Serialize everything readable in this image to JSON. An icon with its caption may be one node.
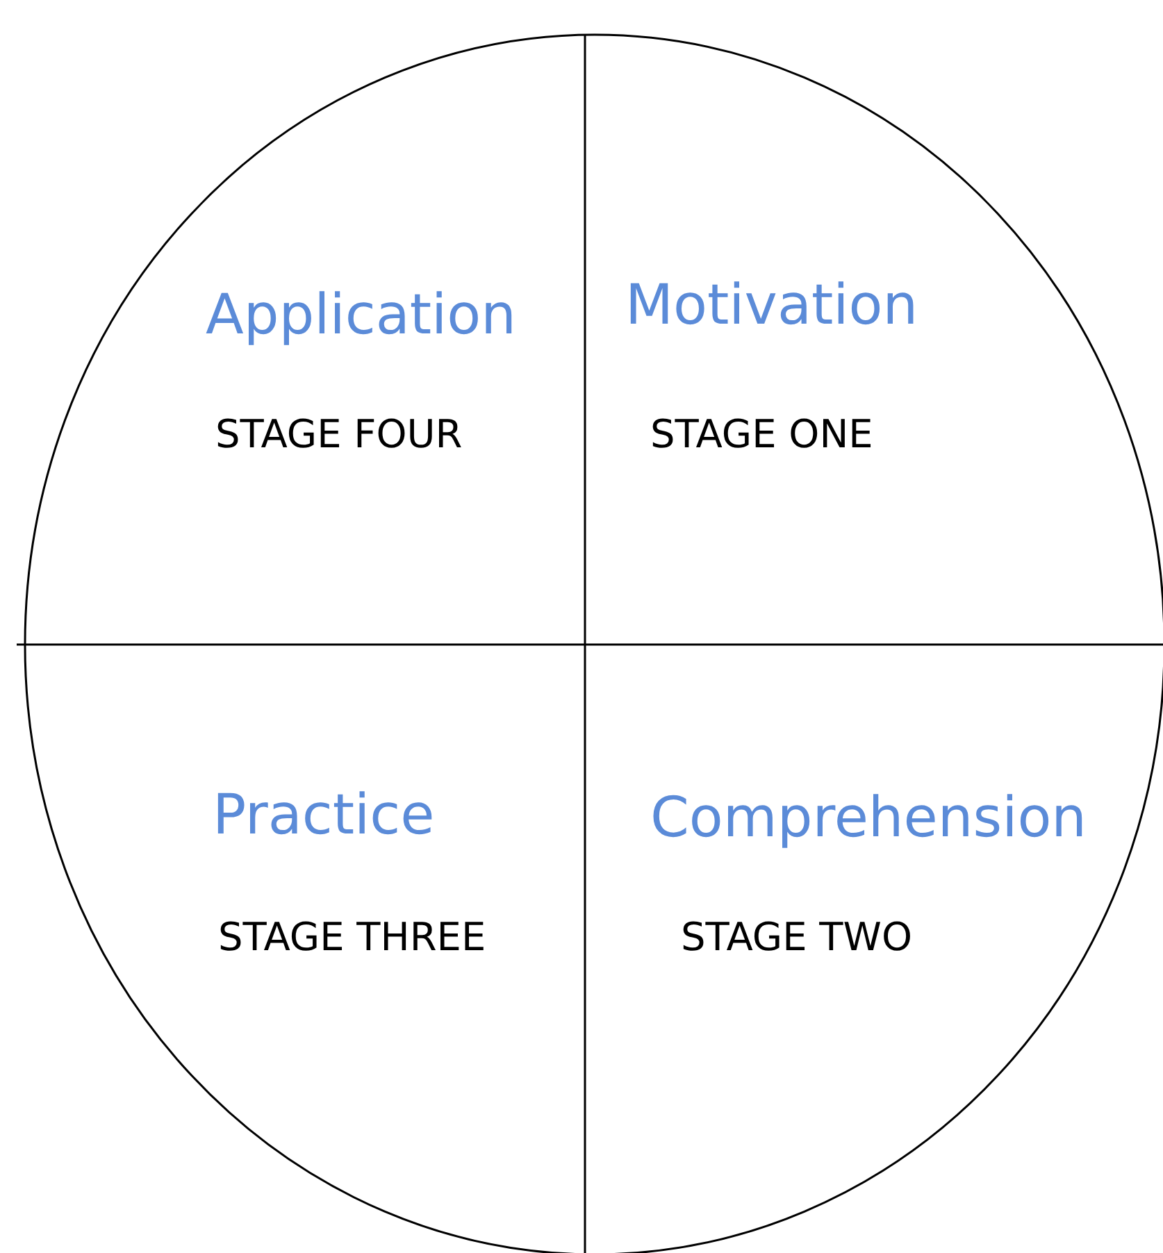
{
  "diagram": {
    "nodes": [
      {
        "text": [],
        "shape": "circle"
      },
      {
        "text": [
          "Application",
          "STAGE FOUR"
        ],
        "in": 0
      },
      {
        "text": [
          "Motivation",
          "STAGE ONE"
        ],
        "in": 0
      },
      {
        "text": [
          "Practice",
          "STAGE THREE"
        ],
        "in": 0
      },
      {
        "text": [
          "Comprehension",
          "STAGE TWO"
        ],
        "in": 0
      }
    ]
  }
}
